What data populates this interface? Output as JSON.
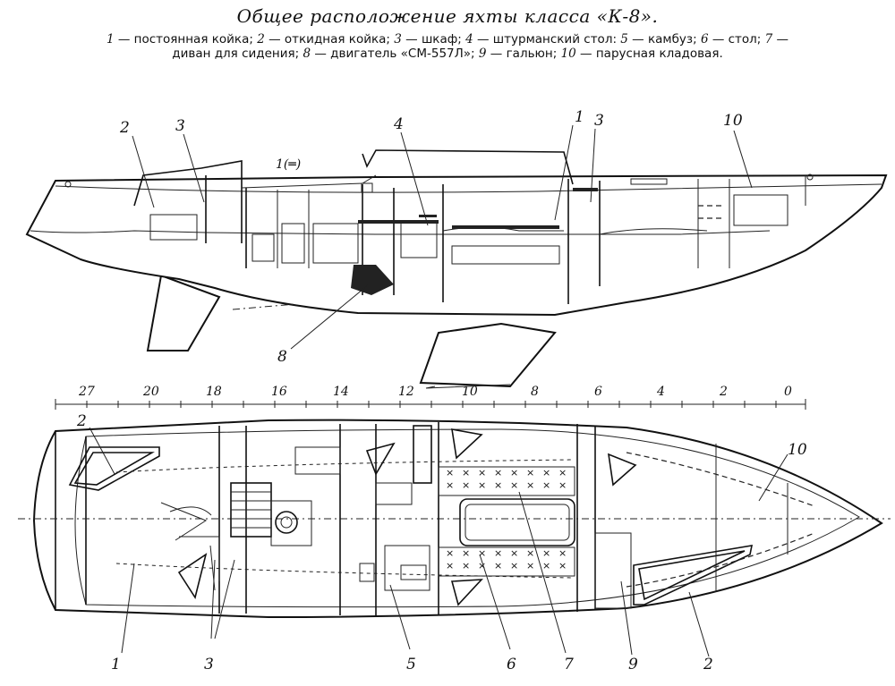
{
  "title": "Общее расположение яхты класса «К-8».",
  "legend": [
    {
      "num": "1",
      "text": "постоянная койка;"
    },
    {
      "num": "2",
      "text": "откидная койка;"
    },
    {
      "num": "3",
      "text": "шкаф;"
    },
    {
      "num": "4",
      "text": "штурманский стол:"
    },
    {
      "num": "5",
      "text": "камбуз;"
    },
    {
      "num": "6",
      "text": "стол;"
    },
    {
      "num": "7",
      "text": "диван для сидения;"
    },
    {
      "num": "8",
      "text": "двигатель «СМ-557Л»;"
    },
    {
      "num": "9",
      "text": "гальюн;"
    },
    {
      "num": "10",
      "text": "парусная кладовая."
    }
  ],
  "side_view": {
    "labels": [
      "2",
      "3",
      "4",
      "1",
      "3",
      "10",
      "8"
    ]
  },
  "scale": {
    "ticks": [
      "27",
      "20",
      "18",
      "16",
      "14",
      "12",
      "10",
      "8",
      "6",
      "4",
      "2",
      "0"
    ]
  },
  "plan_view": {
    "top_labels": [
      "2",
      "10"
    ],
    "bottom_labels": [
      "1",
      "3",
      "5",
      "6",
      "7",
      "9",
      "2"
    ]
  }
}
